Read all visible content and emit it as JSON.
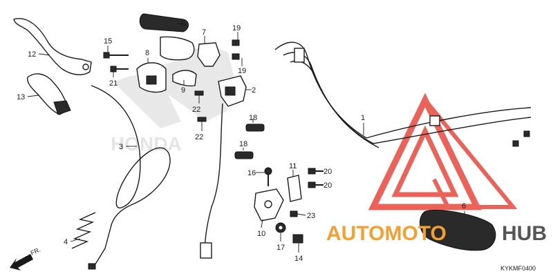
{
  "diagram": {
    "code": "KYKMF0400",
    "direction_label": "FR.",
    "callouts": [
      {
        "id": "c1",
        "text": "1"
      },
      {
        "id": "c2",
        "text": "2"
      },
      {
        "id": "c3",
        "text": "3"
      },
      {
        "id": "c4",
        "text": "4"
      },
      {
        "id": "c5",
        "text": "5"
      },
      {
        "id": "c6",
        "text": "6"
      },
      {
        "id": "c7",
        "text": "7"
      },
      {
        "id": "c8",
        "text": "8"
      },
      {
        "id": "c9",
        "text": "9"
      },
      {
        "id": "c10",
        "text": "10"
      },
      {
        "id": "c11",
        "text": "11"
      },
      {
        "id": "c12",
        "text": "12"
      },
      {
        "id": "c13",
        "text": "13"
      },
      {
        "id": "c14",
        "text": "14"
      },
      {
        "id": "c15",
        "text": "15"
      },
      {
        "id": "c16",
        "text": "16"
      },
      {
        "id": "c17",
        "text": "17"
      },
      {
        "id": "c18a",
        "text": "18"
      },
      {
        "id": "c18b",
        "text": "18"
      },
      {
        "id": "c19a",
        "text": "19"
      },
      {
        "id": "c19b",
        "text": "19"
      },
      {
        "id": "c20a",
        "text": "20"
      },
      {
        "id": "c20b",
        "text": "20"
      },
      {
        "id": "c21",
        "text": "21"
      },
      {
        "id": "c22a",
        "text": "22"
      },
      {
        "id": "c22b",
        "text": "22"
      },
      {
        "id": "c23",
        "text": "23"
      }
    ]
  },
  "watermark": {
    "brand_part1": "AUTOMOTO",
    "brand_part2": "HUB",
    "background_logo": "HONDA",
    "color_red": "#e8483c",
    "color_orange": "#f3a032",
    "color_gray": "#555555"
  }
}
